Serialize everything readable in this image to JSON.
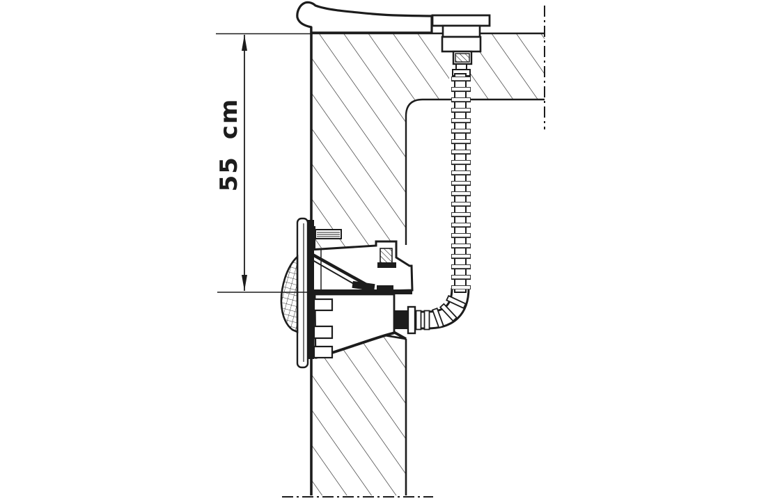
{
  "dimension": {
    "label": "55 cm",
    "value": "55",
    "unit": "cm"
  },
  "colors": {
    "line": "#1c1c1c",
    "background": "#ffffff"
  }
}
